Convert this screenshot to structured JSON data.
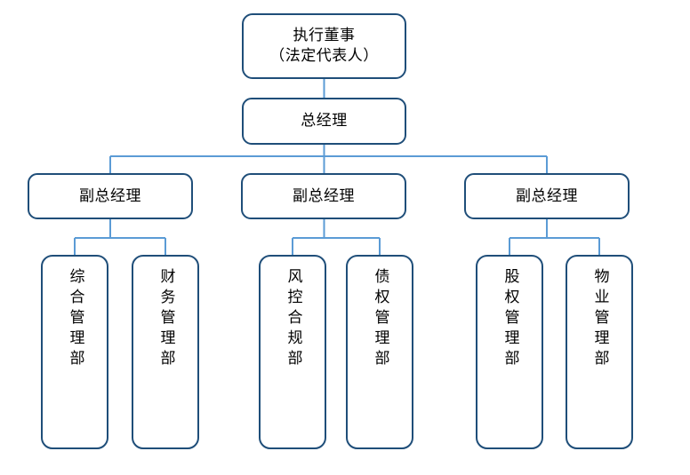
{
  "chart_data": {
    "type": "diagram",
    "subtype": "organization-chart",
    "title": "",
    "orientation": "top-down",
    "levels": 4,
    "colors": {
      "box_border": "#1F4E79",
      "connector_line": "#5B9BD5",
      "box_fill": "#FFFFFF",
      "text": "#000000",
      "background": "#FFFFFF"
    },
    "nodes": [
      {
        "id": "exec",
        "level": 1,
        "label_lines": [
          "执行董事",
          "（法定代表人）"
        ],
        "text_orientation": "horizontal"
      },
      {
        "id": "gm",
        "level": 2,
        "label": "总经理",
        "text_orientation": "horizontal"
      },
      {
        "id": "vp0",
        "level": 3,
        "label": "副总经理",
        "text_orientation": "horizontal"
      },
      {
        "id": "vp1",
        "level": 3,
        "label": "副总经理",
        "text_orientation": "horizontal"
      },
      {
        "id": "vp2",
        "level": 3,
        "label": "副总经理",
        "text_orientation": "horizontal"
      },
      {
        "id": "dept0",
        "level": 4,
        "label": "综合管理部",
        "text_orientation": "vertical"
      },
      {
        "id": "dept1",
        "level": 4,
        "label": "财务管理部",
        "text_orientation": "vertical"
      },
      {
        "id": "dept2",
        "level": 4,
        "label": "风控合规部",
        "text_orientation": "vertical"
      },
      {
        "id": "dept3",
        "level": 4,
        "label": "债权管理部",
        "text_orientation": "vertical"
      },
      {
        "id": "dept4",
        "level": 4,
        "label": "股权管理部",
        "text_orientation": "vertical"
      },
      {
        "id": "dept5",
        "level": 4,
        "label": "物业管理部",
        "text_orientation": "vertical"
      }
    ],
    "edges": [
      {
        "from": "exec",
        "to": "gm"
      },
      {
        "from": "gm",
        "to": "vp0"
      },
      {
        "from": "gm",
        "to": "vp1"
      },
      {
        "from": "gm",
        "to": "vp2"
      },
      {
        "from": "vp0",
        "to": "dept0"
      },
      {
        "from": "vp0",
        "to": "dept1"
      },
      {
        "from": "vp1",
        "to": "dept2"
      },
      {
        "from": "vp1",
        "to": "dept3"
      },
      {
        "from": "vp2",
        "to": "dept4"
      },
      {
        "from": "vp2",
        "to": "dept5"
      }
    ]
  },
  "org": {
    "executive": {
      "line1": "执行董事",
      "line2": "（法定代表人）"
    },
    "general_manager": {
      "label": "总经理"
    },
    "deputies": [
      {
        "label": "副总经理"
      },
      {
        "label": "副总经理"
      },
      {
        "label": "副总经理"
      }
    ],
    "departments": [
      {
        "label": "综合管理部"
      },
      {
        "label": "财务管理部"
      },
      {
        "label": "风控合规部"
      },
      {
        "label": "债权管理部"
      },
      {
        "label": "股权管理部"
      },
      {
        "label": "物业管理部"
      }
    ]
  }
}
